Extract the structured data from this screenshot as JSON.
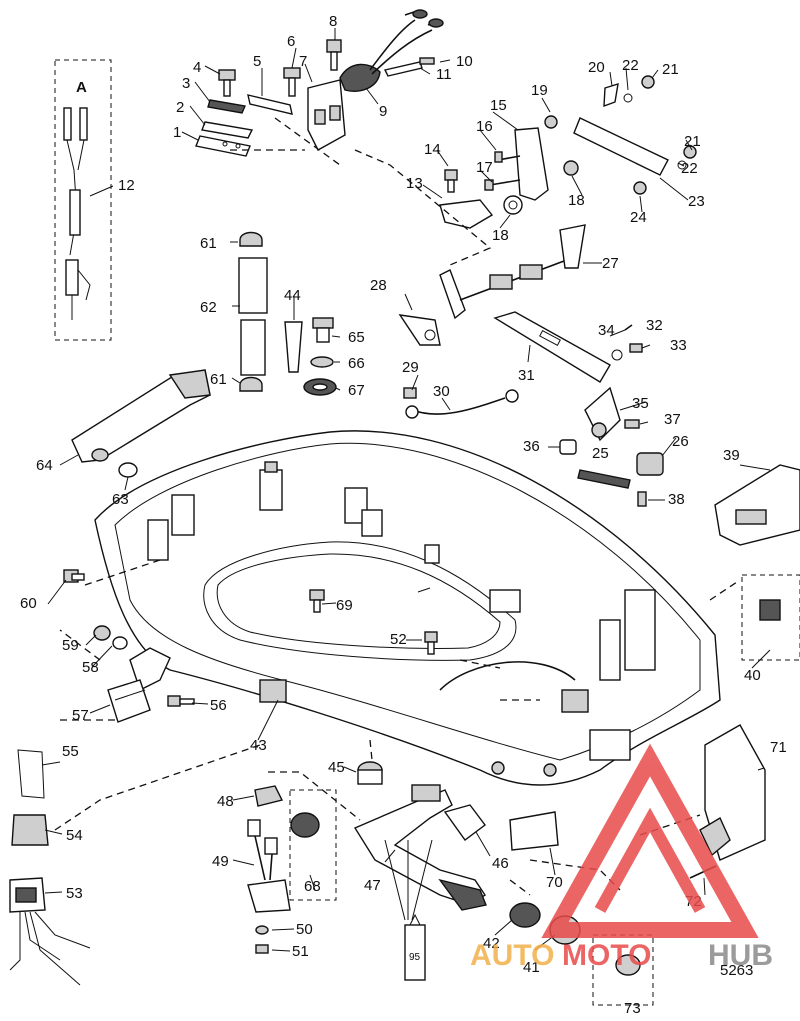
{
  "diagram": {
    "inset_label": "A",
    "figure_number": "5263",
    "part_numbers": [
      "1",
      "2",
      "3",
      "4",
      "5",
      "6",
      "7",
      "8",
      "9",
      "10",
      "11",
      "12",
      "13",
      "14",
      "15",
      "16",
      "17",
      "18",
      "18",
      "19",
      "20",
      "21",
      "21",
      "22",
      "22",
      "23",
      "24",
      "25",
      "26",
      "27",
      "28",
      "29",
      "30",
      "31",
      "32",
      "33",
      "34",
      "35",
      "36",
      "37",
      "38",
      "39",
      "40",
      "41",
      "42",
      "43",
      "44",
      "45",
      "46",
      "47",
      "48",
      "49",
      "50",
      "51",
      "52",
      "53",
      "54",
      "55",
      "56",
      "57",
      "58",
      "59",
      "60",
      "61",
      "61",
      "62",
      "63",
      "64",
      "65",
      "66",
      "67",
      "68",
      "69",
      "70",
      "71",
      "72",
      "73"
    ],
    "tube_label": "95"
  },
  "watermark": {
    "part1": "AUTO",
    "part2": "MOTO",
    "part3": "HUB",
    "colors": {
      "auto": "#f2b04a",
      "moto": "#e94b4b",
      "hub": "#8a8a8a",
      "triangle": "#e94b4b"
    }
  }
}
